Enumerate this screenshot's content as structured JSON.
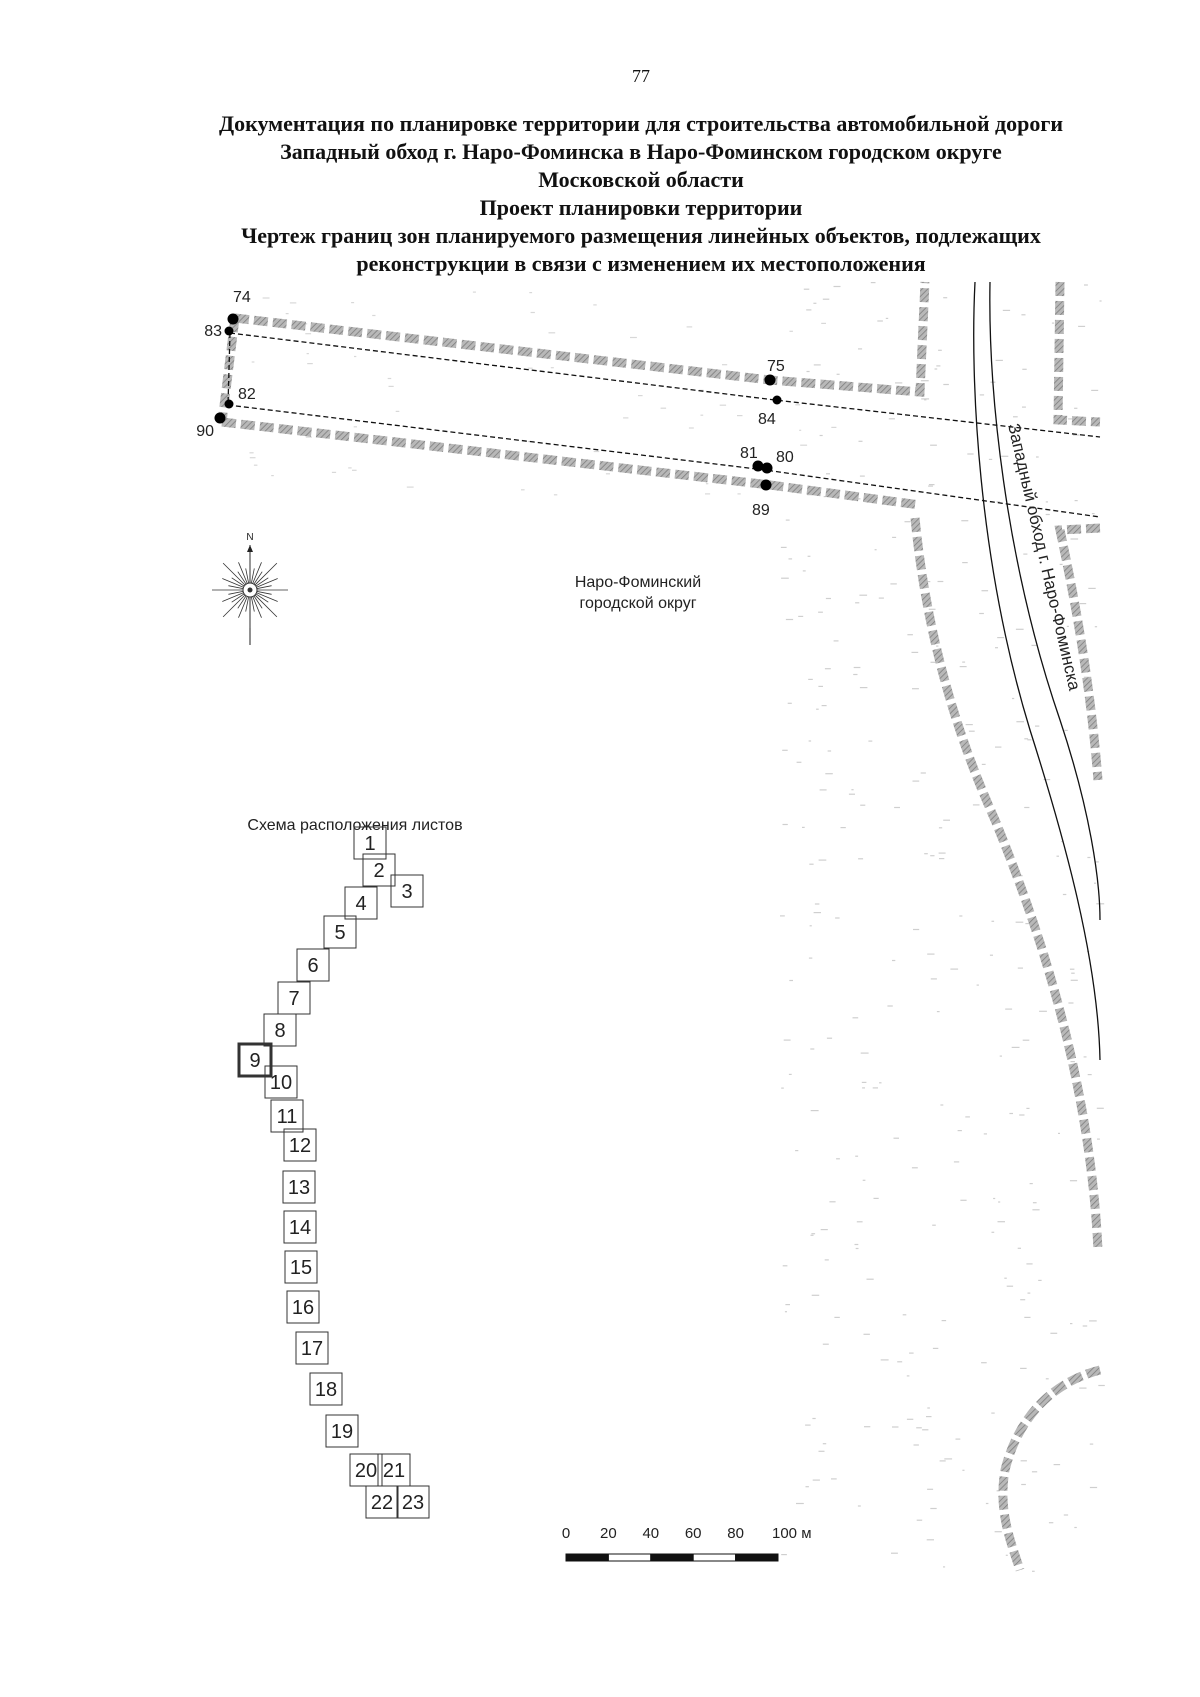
{
  "page_number": "77",
  "title_lines": [
    "Документация по планировке территории для строительства автомобильной дороги",
    "Западный обход г. Наро-Фоминска в Наро-Фоминском городском округе",
    "Московской области",
    "Проект планировки территории",
    "Чертеж границ зон планируемого размещения линейных объектов, подлежащих",
    "реконструкции в связи с изменением их местоположения"
  ],
  "points": [
    {
      "label": "74"
    },
    {
      "label": "83"
    },
    {
      "label": "82"
    },
    {
      "label": "90"
    },
    {
      "label": "75"
    },
    {
      "label": "84"
    },
    {
      "label": "81"
    },
    {
      "label": "80"
    },
    {
      "label": "89"
    }
  ],
  "road_label": "Западный обход г. Наро-Фоминска",
  "district_label": [
    "Наро-Фоминский",
    "городской округ"
  ],
  "north_label": "N",
  "sheet_index": {
    "title": "Схема расположения листов",
    "sheets": [
      "1",
      "2",
      "3",
      "4",
      "5",
      "6",
      "7",
      "8",
      "9",
      "10",
      "11",
      "12",
      "13",
      "14",
      "15",
      "16",
      "17",
      "18",
      "19",
      "20",
      "21",
      "22",
      "23"
    ],
    "current_sheet": "9"
  },
  "scale_bar": {
    "ticks": [
      "0",
      "20",
      "40",
      "60",
      "80",
      "100 м"
    ]
  },
  "colors": {
    "boundary": "#9a9a9a",
    "line": "#111111",
    "background": "#ffffff"
  }
}
